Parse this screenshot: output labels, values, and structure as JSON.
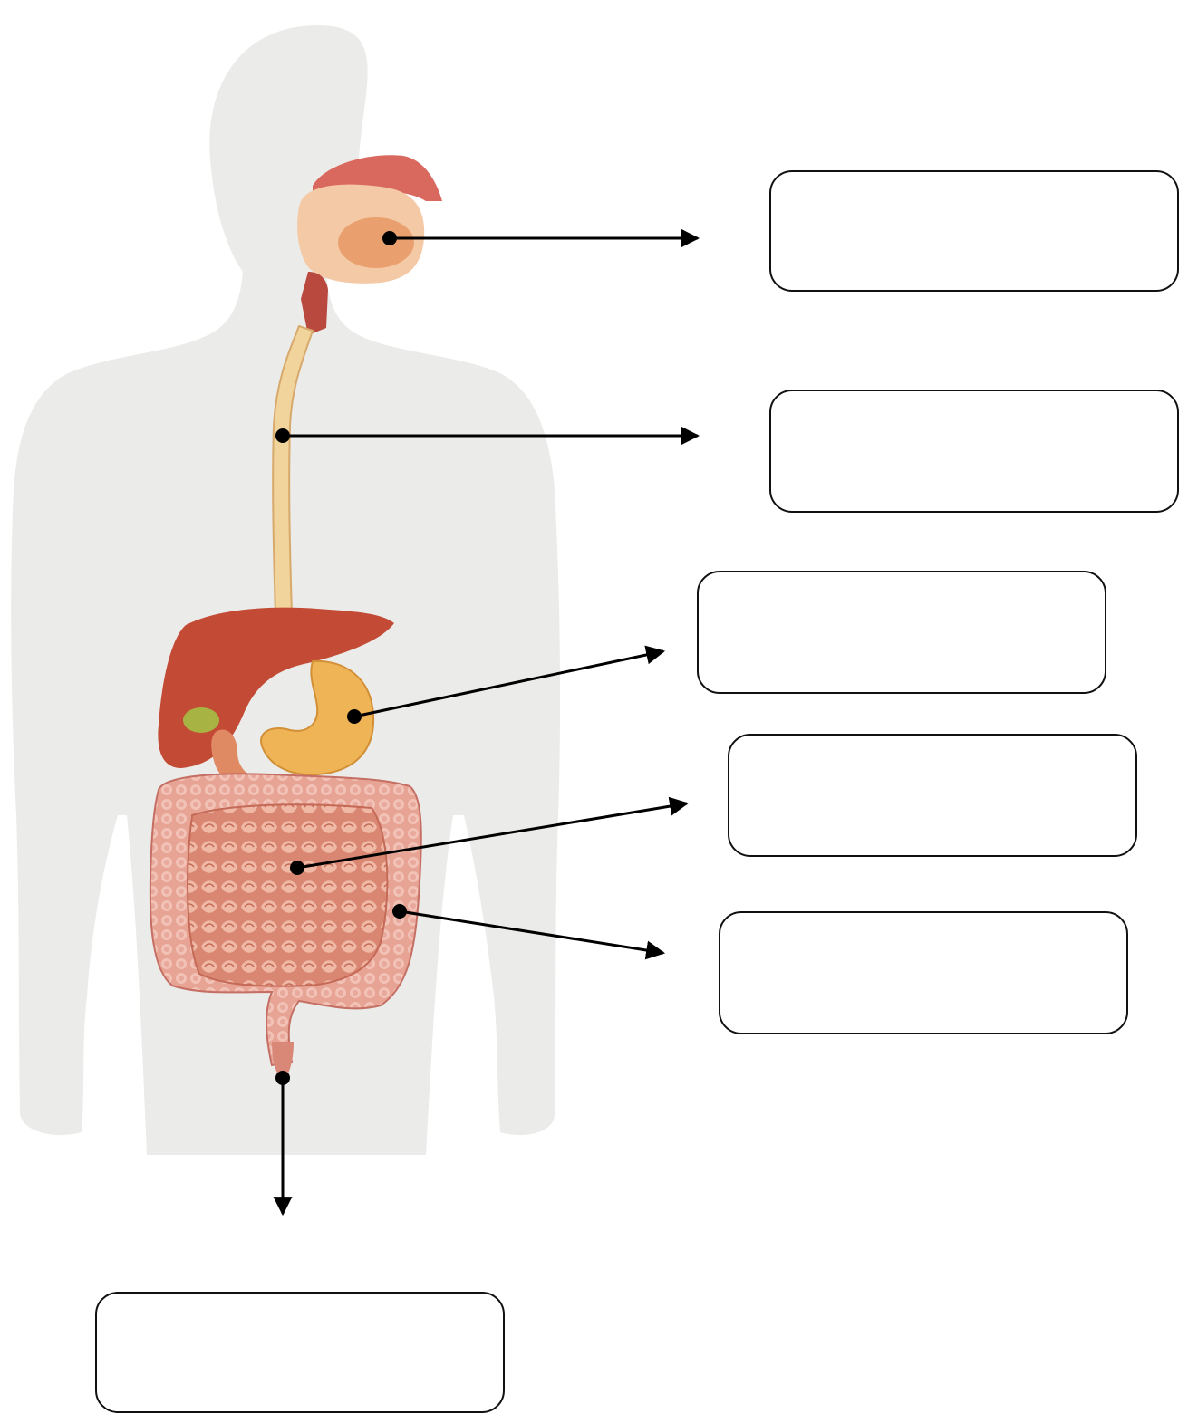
{
  "diagram": {
    "title": "",
    "labels": [
      {
        "id": "mouth",
        "text": ""
      },
      {
        "id": "esophagus",
        "text": ""
      },
      {
        "id": "stomach",
        "text": ""
      },
      {
        "id": "small-intestine",
        "text": ""
      },
      {
        "id": "large-intestine",
        "text": ""
      },
      {
        "id": "anus",
        "text": ""
      }
    ]
  },
  "colors": {
    "body_silhouette": "#ececea",
    "organ_red": "#c9473a",
    "liver": "#b8432f",
    "stomach": "#f0b65a",
    "intestine": "#e9a79a",
    "esophagus": "#f1d39c",
    "arrow": "#000000"
  }
}
